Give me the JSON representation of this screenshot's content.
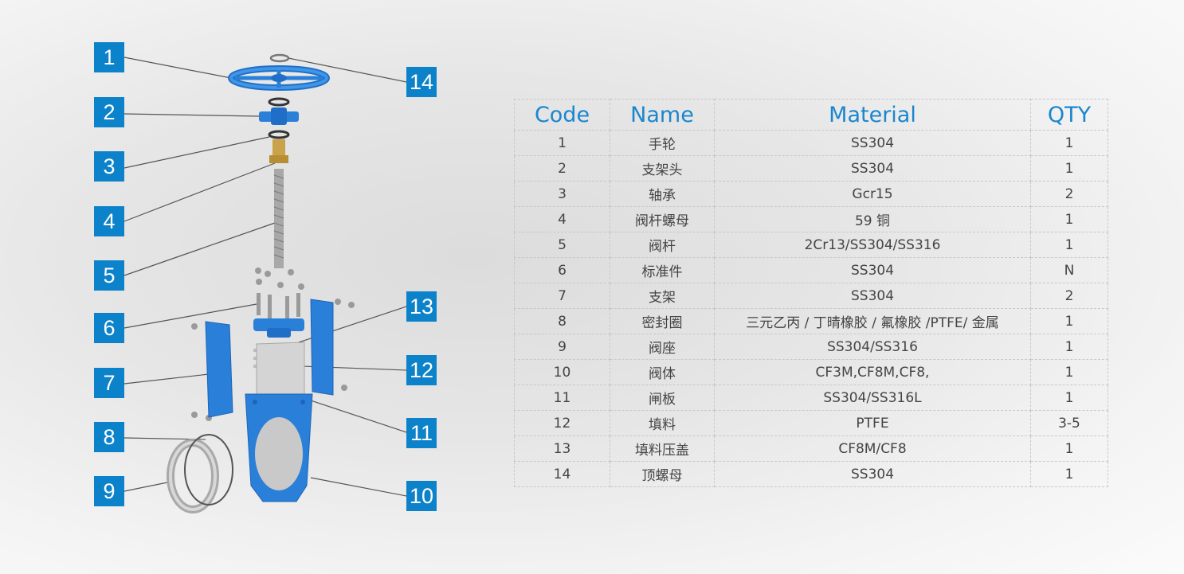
{
  "callouts": [
    "1",
    "2",
    "3",
    "4",
    "5",
    "6",
    "7",
    "8",
    "9",
    "10",
    "11",
    "12",
    "13",
    "14"
  ],
  "table": {
    "headers": {
      "code": "Code",
      "name": "Name",
      "material": "Material",
      "qty": "QTY"
    },
    "rows": [
      {
        "code": "1",
        "name": "手轮",
        "material": "SS304",
        "qty": "1"
      },
      {
        "code": "2",
        "name": "支架头",
        "material": "SS304",
        "qty": "1"
      },
      {
        "code": "3",
        "name": "轴承",
        "material": "Gcr15",
        "qty": "2"
      },
      {
        "code": "4",
        "name": "阀杆螺母",
        "material": "59 铜",
        "qty": "1"
      },
      {
        "code": "5",
        "name": "阀杆",
        "material": "2Cr13/SS304/SS316",
        "qty": "1"
      },
      {
        "code": "6",
        "name": "标准件",
        "material": "SS304",
        "qty": "N"
      },
      {
        "code": "7",
        "name": "支架",
        "material": "SS304",
        "qty": "2"
      },
      {
        "code": "8",
        "name": "密封圈",
        "material": "三元乙丙 / 丁晴橡胶 / 氟橡胶 /PTFE/ 金属",
        "qty": "1"
      },
      {
        "code": "9",
        "name": "阀座",
        "material": "SS304/SS316",
        "qty": "1"
      },
      {
        "code": "10",
        "name": "阀体",
        "material": "CF3M,CF8M,CF8,",
        "qty": "1"
      },
      {
        "code": "11",
        "name": "闸板",
        "material": "SS304/SS316L",
        "qty": "1"
      },
      {
        "code": "12",
        "name": "填料",
        "material": "PTFE",
        "qty": "3-5"
      },
      {
        "code": "13",
        "name": "填料压盖",
        "material": "CF8M/CF8",
        "qty": "1"
      },
      {
        "code": "14",
        "name": "顶螺母",
        "material": "SS304",
        "qty": "1"
      }
    ]
  }
}
